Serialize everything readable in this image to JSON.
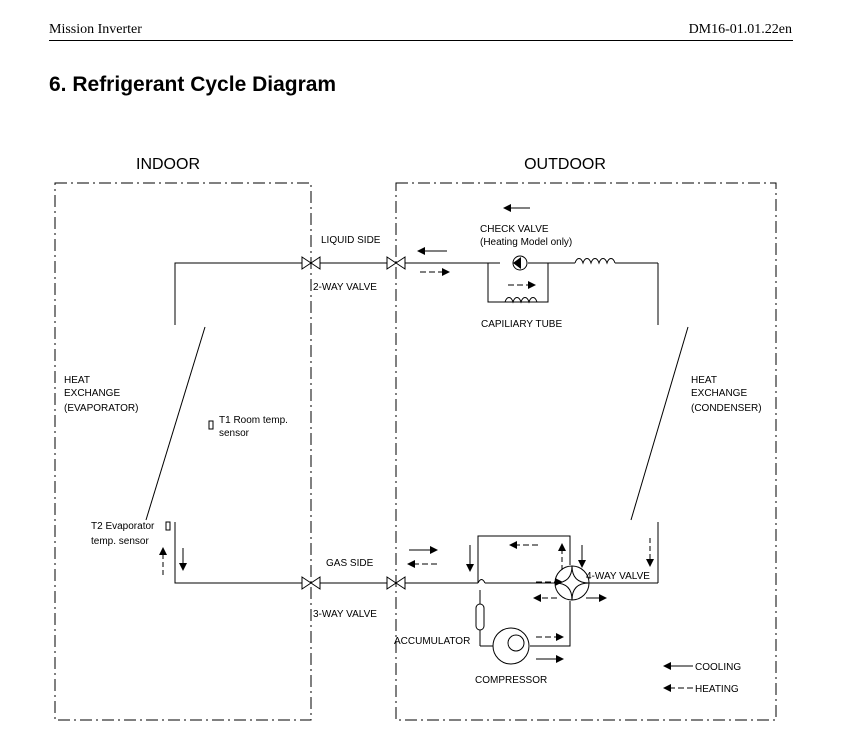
{
  "header": {
    "left": "Mission Inverter",
    "right": "DM16-01.01.22en"
  },
  "section_title": "6. Refrigerant Cycle Diagram",
  "diagram": {
    "indoor_label": "INDOOR",
    "outdoor_label": "OUTDOOR",
    "liquid_side": "LIQUID SIDE",
    "two_way_valve": "2-WAY VALVE",
    "gas_side": "GAS SIDE",
    "three_way_valve": "3-WAY VALVE",
    "check_valve": "CHECK VALVE",
    "check_valve_note": "(Heating Model only)",
    "capillary_tube": "CAPILIARY TUBE",
    "indoor_hx": [
      "HEAT",
      "EXCHANGE",
      "(EVAPORATOR)"
    ],
    "outdoor_hx": [
      "HEAT",
      "EXCHANGE",
      "(CONDENSER)"
    ],
    "t1_sensor": [
      "T1 Room temp.",
      "sensor"
    ],
    "t2_sensor": [
      "T2 Evaporator",
      "temp. sensor"
    ],
    "accumulator": "ACCUMULATOR",
    "four_way_valve": "4-WAY VALVE",
    "compressor": "COMPRESSOR",
    "legend": {
      "cooling": "COOLING",
      "heating": "HEATING"
    }
  }
}
